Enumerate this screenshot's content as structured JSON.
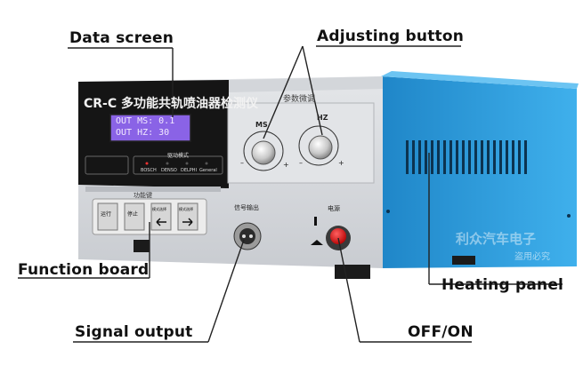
{
  "callouts": {
    "data_screen": "Data screen",
    "adjusting_button": "Adjusting  button",
    "function_board": "Function board",
    "heating_panel": "Heating panel",
    "signal_output": "Signal output",
    "off_on": "OFF/ON"
  },
  "device": {
    "title": "CR-C 多功能共轨喷油器检测仪",
    "lcd_line1": "OUT MS: 0.1",
    "lcd_line2": "OUT HZ: 30",
    "panel_header": "参数微调",
    "knob_left_label": "MS",
    "knob_right_label": "HZ",
    "function_keys_header": "功能键",
    "signal_output_label": "信号输出",
    "power_label": "电源",
    "key_run": "运行",
    "key_stop": "停止",
    "key_mode_left": "模式选择",
    "key_mode_right": "模式选择",
    "drive_mode_label": "驱动模式",
    "modes": [
      "BOSCH",
      "DENSO",
      "DELPHI",
      "General"
    ]
  },
  "watermark": {
    "line1": "利众汽车电子",
    "line2": "盗用必究"
  },
  "colors": {
    "front_panel": "#d9dce0",
    "black_bezel": "#151515",
    "lcd": "#8a63e6",
    "side_panel": "#2f9fdf",
    "callout_line": "#222222"
  }
}
